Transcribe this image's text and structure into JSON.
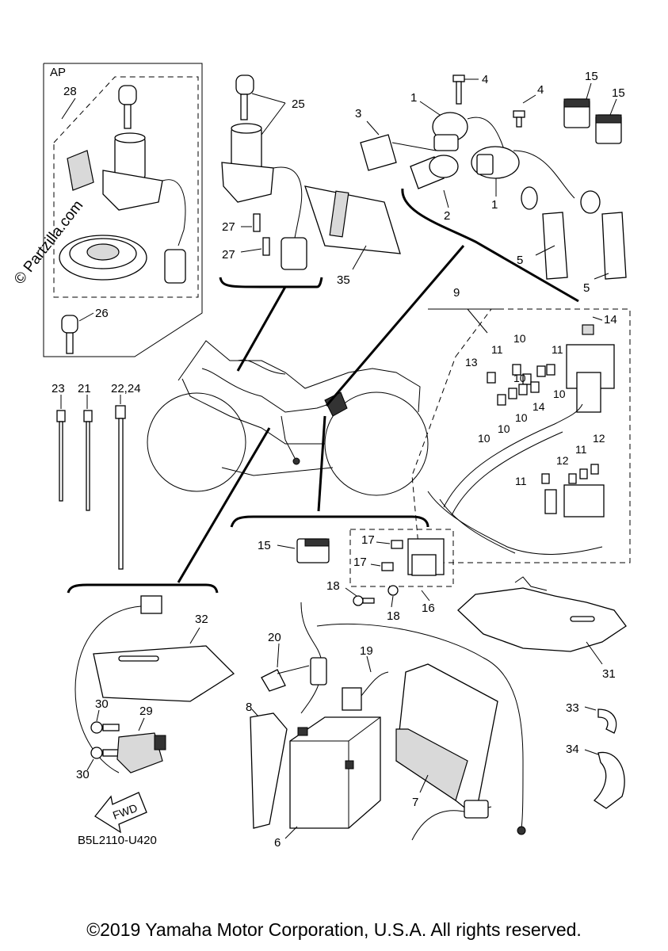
{
  "diagram": {
    "group_label": "AP",
    "drawing_code": "B5L2110-U420",
    "fwd_label": "FWD",
    "watermark": "© Partzilla.com",
    "copyright": "©2019 Yamaha Motor Corporation, U.S.A. All rights reserved."
  },
  "callouts": {
    "c1a": "1",
    "c1b": "1",
    "c2": "2",
    "c3": "3",
    "c4a": "4",
    "c4b": "4",
    "c5a": "5",
    "c5b": "5",
    "c6": "6",
    "c7": "7",
    "c8": "8",
    "c9": "9",
    "c10a": "10",
    "c10b": "10",
    "c10c": "10",
    "c10d": "10",
    "c10e": "10",
    "c10f": "10",
    "c11a": "11",
    "c11b": "11",
    "c11c": "11",
    "c11d": "11",
    "c12a": "12",
    "c12b": "12",
    "c13": "13",
    "c14a": "14",
    "c14b": "14",
    "c15a": "15",
    "c15b": "15",
    "c15c": "15",
    "c16": "16",
    "c17a": "17",
    "c17b": "17",
    "c18a": "18",
    "c18b": "18",
    "c19": "19",
    "c20": "20",
    "c21": "21",
    "c22_24": "22,24",
    "c23": "23",
    "c25": "25",
    "c26": "26",
    "c27a": "27",
    "c27b": "27",
    "c28": "28",
    "c29": "29",
    "c30a": "30",
    "c30b": "30",
    "c31": "31",
    "c32": "32",
    "c33": "33",
    "c34": "34",
    "c35": "35"
  }
}
